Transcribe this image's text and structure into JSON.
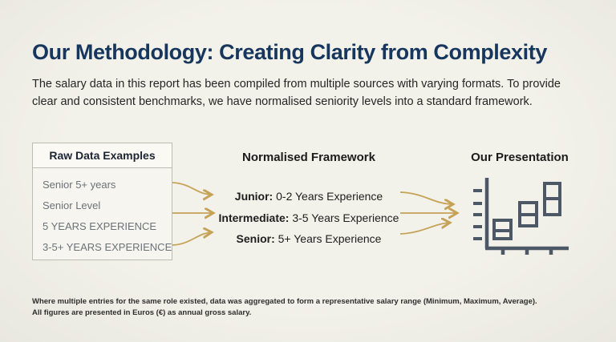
{
  "slide": {
    "title": "Our Methodology: Creating Clarity from Complexity",
    "intro": "The salary data in this report has been compiled from multiple sources with varying formats. To provide clear and consistent benchmarks, we have normalised seniority levels into a standard framework."
  },
  "raw_box": {
    "heading": "Raw Data Examples",
    "items": [
      "Senior 5+ years",
      "Senior Level",
      "5 YEARS EXPERIENCE",
      "3-5+ YEARS EXPERIENCE"
    ]
  },
  "framework": {
    "heading": "Normalised Framework",
    "items": [
      {
        "label": "Junior:",
        "text": " 0-2 Years Experience"
      },
      {
        "label": "Intermediate:",
        "text": " 3-5 Years Experience"
      },
      {
        "label": "Senior:",
        "text": " 5+ Years Experience"
      }
    ]
  },
  "presentation": {
    "heading": "Our Presentation",
    "icon": "box-plot-chart-icon"
  },
  "footnotes": [
    "Where multiple entries for the same role existed, data was aggregated to form a representative salary range (Minimum, Maximum, Average).",
    "All figures are presented in Euros (€) as annual gross salary."
  ],
  "colors": {
    "background": "#f2f1ea",
    "title_navy": "#17365d",
    "arrow_gold": "#c5a255",
    "chart_slate": "#4d5866",
    "muted_text": "#6b7278",
    "body_text": "#262626"
  }
}
